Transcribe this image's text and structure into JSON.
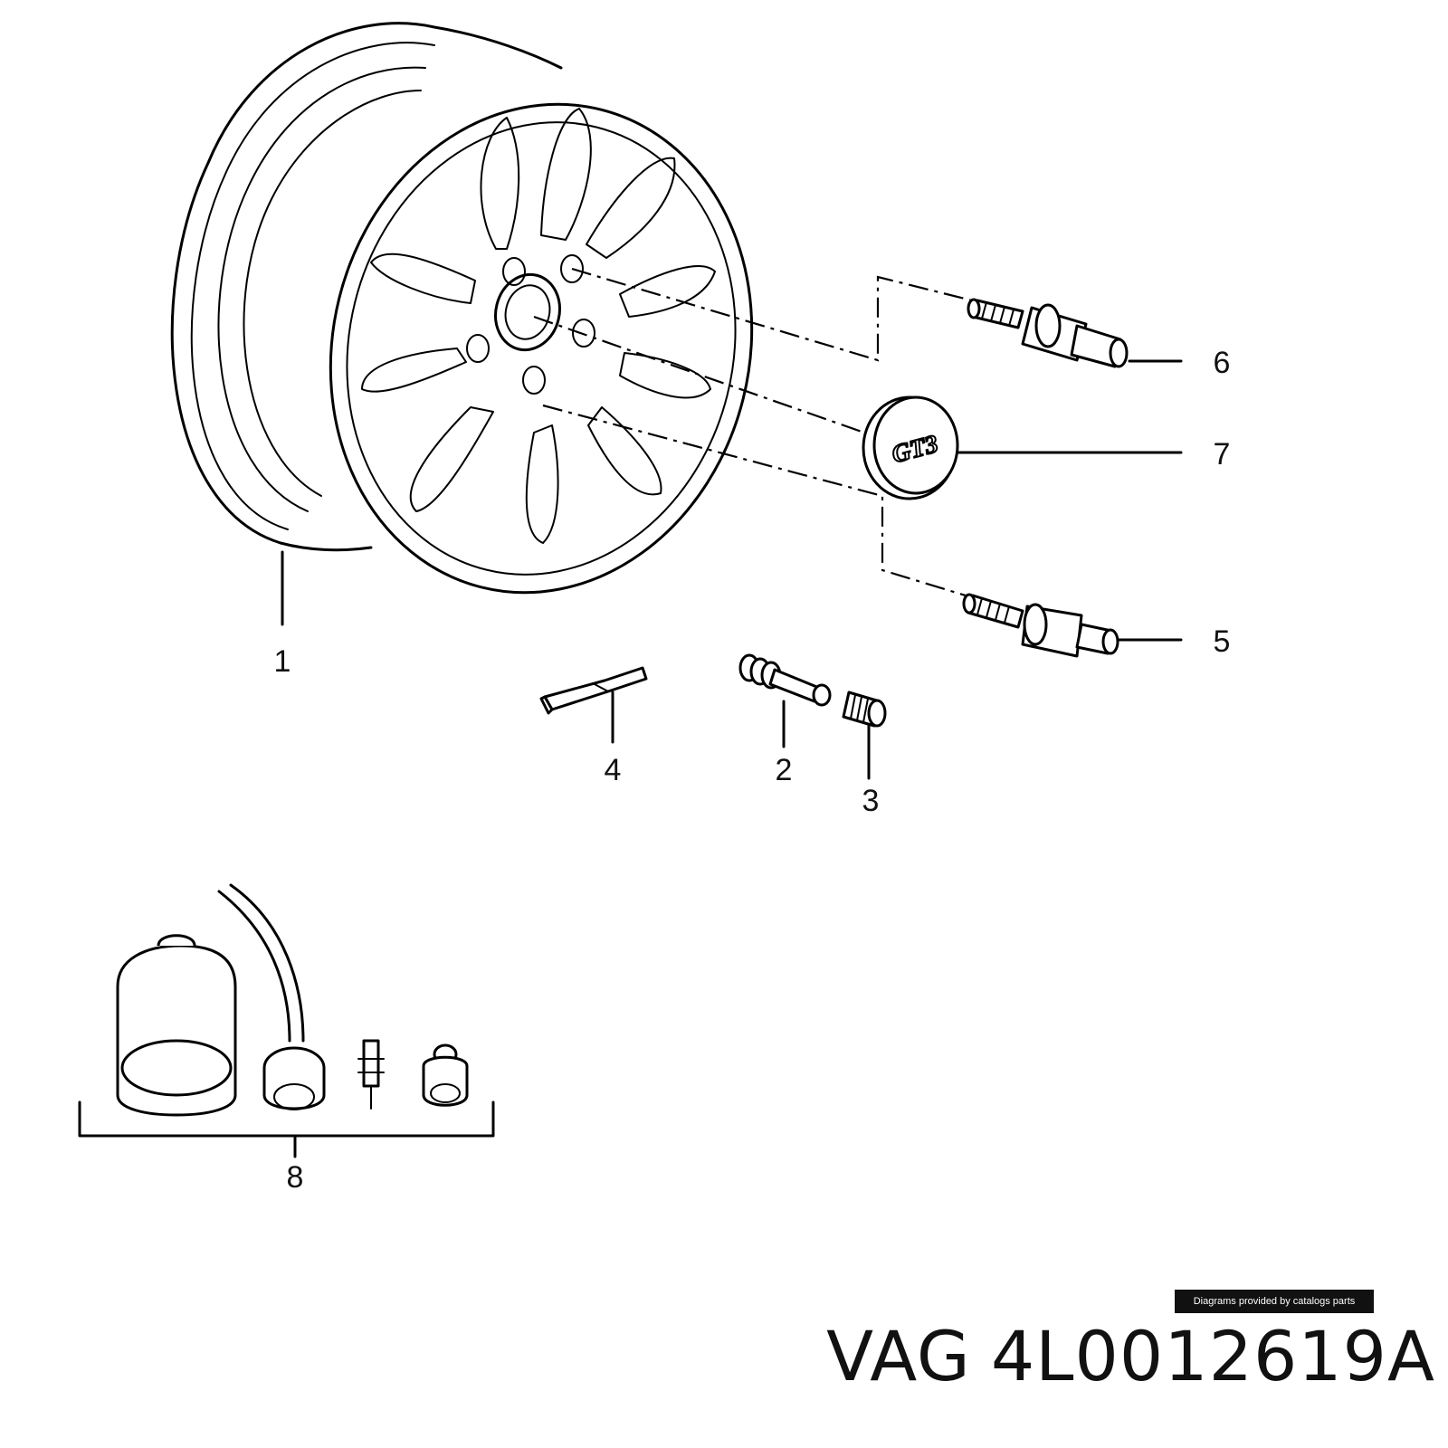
{
  "diagram": {
    "callouts": [
      {
        "id": "1",
        "label": "1"
      },
      {
        "id": "2",
        "label": "2"
      },
      {
        "id": "3",
        "label": "3"
      },
      {
        "id": "4",
        "label": "4"
      },
      {
        "id": "5",
        "label": "5"
      },
      {
        "id": "6",
        "label": "6"
      },
      {
        "id": "7",
        "label": "7"
      },
      {
        "id": "8",
        "label": "8"
      }
    ],
    "cap_logo_text": "GT3"
  },
  "footer": {
    "credit": "Diagrams provided by catalogs parts",
    "brand": "VAG",
    "part_number": "4L0012619A"
  }
}
